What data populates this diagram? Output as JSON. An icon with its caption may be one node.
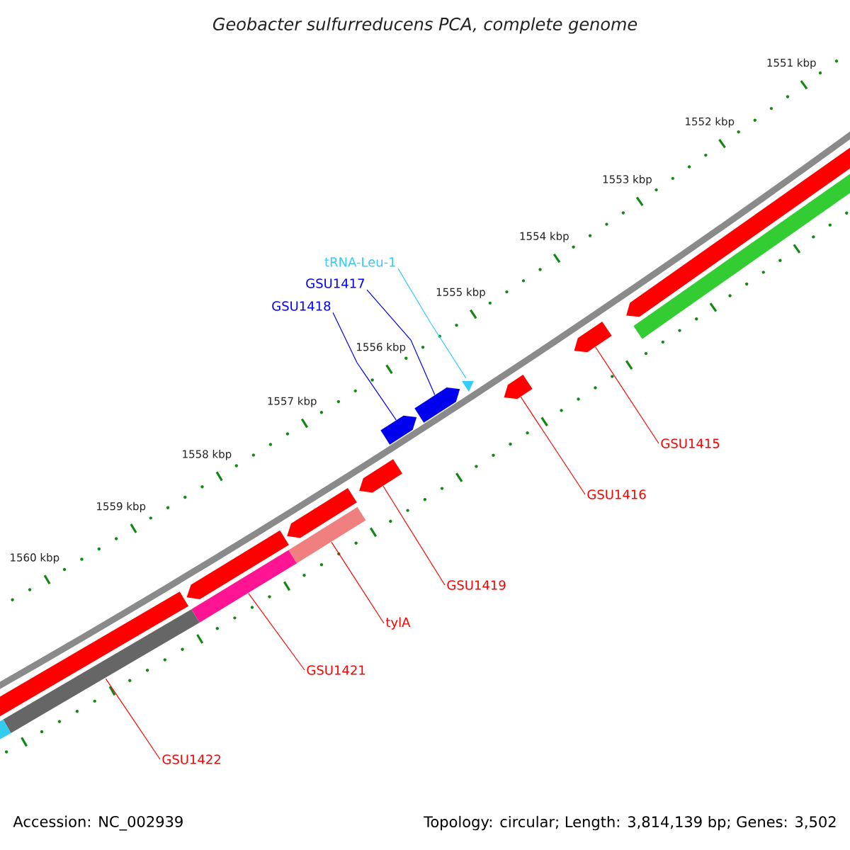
{
  "diagram": {
    "title": "Geobacter sulfurreducens PCA, complete genome",
    "nodes": [
      {
        "text": [
          "tRNA-Leu-1"
        ]
      },
      {
        "text": [
          "GSU1417"
        ]
      },
      {
        "text": [
          "GSU1418"
        ]
      },
      {
        "text": [
          "GSU1415"
        ]
      },
      {
        "text": [
          "GSU1416"
        ]
      },
      {
        "text": [
          "GSU1419"
        ]
      },
      {
        "text": [
          "tylA"
        ]
      },
      {
        "text": [
          "GSU1421"
        ]
      },
      {
        "text": [
          "GSU1422"
        ]
      },
      {
        "text": [],
        "shape": "pentagon"
      },
      {
        "text": [],
        "shape": "bar"
      },
      {
        "text": [],
        "shape": "pentagon"
      },
      {
        "text": [],
        "shape": "pentagon"
      },
      {
        "text": [],
        "shape": "triangle"
      },
      {
        "text": [],
        "shape": "pentagon"
      },
      {
        "text": [],
        "shape": "pentagon"
      },
      {
        "text": [],
        "shape": "pentagon"
      },
      {
        "text": [],
        "shape": "pentagon"
      },
      {
        "text": [],
        "shape": "bar"
      },
      {
        "text": [],
        "shape": "pentagon"
      },
      {
        "text": [],
        "shape": "bar"
      },
      {
        "text": [],
        "shape": "pentagon"
      },
      {
        "text": [],
        "shape": "bar"
      },
      {
        "text": [],
        "shape": "bar"
      }
    ],
    "edges": [
      {
        "from": 0,
        "to": 13,
        "arrow": "none",
        "color": "#33ccff"
      },
      {
        "from": 1,
        "to": 14,
        "arrow": "none",
        "color": "#0000ff"
      },
      {
        "from": 2,
        "to": 15,
        "arrow": "none",
        "color": "#0000ff"
      },
      {
        "from": 3,
        "to": 11,
        "arrow": "none"
      },
      {
        "from": 4,
        "to": 12,
        "arrow": "none"
      },
      {
        "from": 5,
        "to": 16,
        "arrow": "none"
      },
      {
        "from": 6,
        "to": 18,
        "arrow": "none"
      },
      {
        "from": 7,
        "to": 20,
        "arrow": "none"
      },
      {
        "from": 8,
        "to": 22,
        "arrow": "none"
      }
    ],
    "labels": [
      "1551 kbp",
      "1552 kbp",
      "1553 kbp",
      "1554 kbp",
      "1555 kbp",
      "1556 kbp",
      "1557 kbp",
      "1558 kbp",
      "1559 kbp",
      "1560 kbp",
      "Accession: NC_002939",
      "Topology: circular; Length: 3,814,139 bp; Genes: 3,502"
    ]
  }
}
